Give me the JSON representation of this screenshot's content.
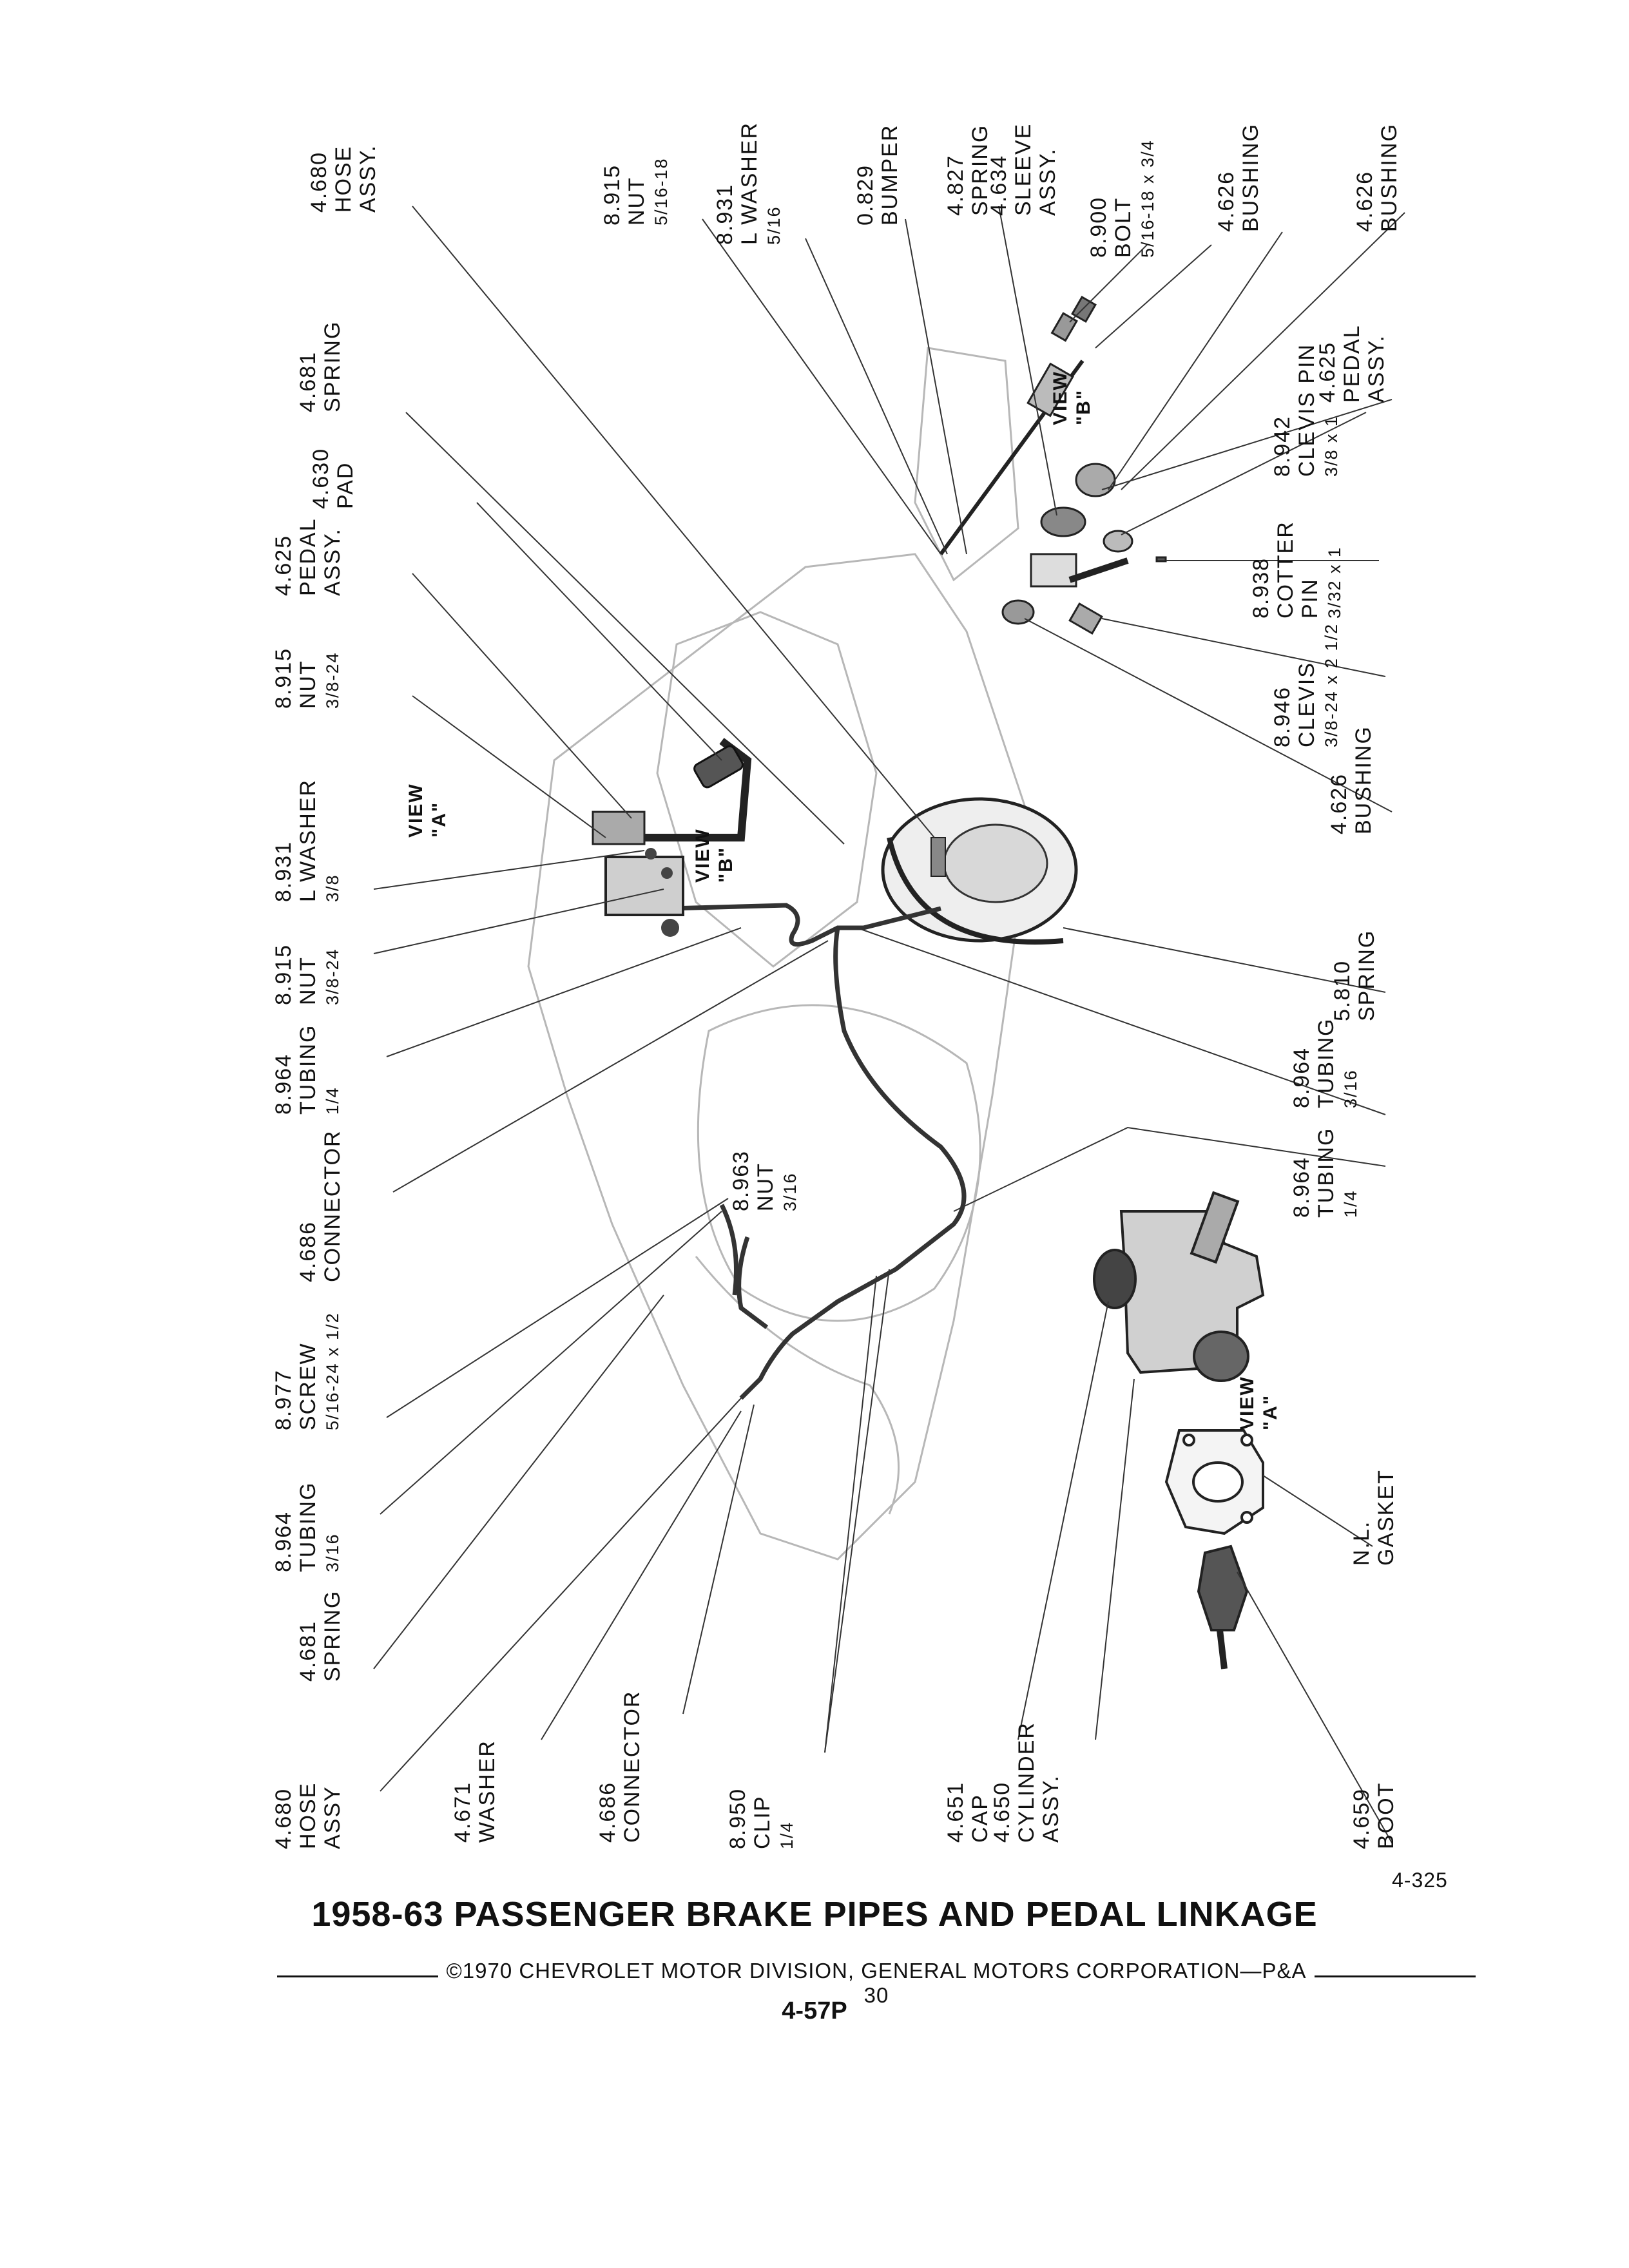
{
  "callouts": [
    {
      "number": "4.680",
      "lines": [
        "HOSE",
        "ASSY."
      ],
      "size": ""
    },
    {
      "number": "8.915",
      "lines": [
        "NUT"
      ],
      "size": "5/16-18"
    },
    {
      "number": "8.931",
      "lines": [
        "L WASHER"
      ],
      "size": "5/16"
    },
    {
      "number": "0.829",
      "lines": [
        "BUMPER"
      ],
      "size": ""
    },
    {
      "number": "4.827",
      "lines": [
        "SPRING"
      ],
      "size": ""
    },
    {
      "number": "4.634",
      "lines": [
        "SLEEVE",
        "ASSY."
      ],
      "size": ""
    },
    {
      "number": "8.900",
      "lines": [
        "BOLT"
      ],
      "size": "5/16-18 x 3/4"
    },
    {
      "number": "4.626",
      "lines": [
        "BUSHING"
      ],
      "size": ""
    },
    {
      "number": "4.626",
      "lines": [
        "BUSHING"
      ],
      "size": ""
    },
    {
      "number": "4.681",
      "lines": [
        "SPRING"
      ],
      "size": ""
    },
    {
      "number": "4.630",
      "lines": [
        "PAD"
      ],
      "size": ""
    },
    {
      "number": "4.625",
      "lines": [
        "PEDAL",
        "ASSY."
      ],
      "size": ""
    },
    {
      "number": "8.915",
      "lines": [
        "NUT"
      ],
      "size": "3/8-24"
    },
    {
      "number": "8.931",
      "lines": [
        "L WASHER"
      ],
      "size": "3/8"
    },
    {
      "number": "8.915",
      "lines": [
        "NUT"
      ],
      "size": "3/8-24"
    },
    {
      "number": "8.964",
      "lines": [
        "TUBING"
      ],
      "size": "1/4"
    },
    {
      "number": "4.686",
      "lines": [
        "CONNECTOR"
      ],
      "size": ""
    },
    {
      "number": "8.977",
      "lines": [
        "SCREW"
      ],
      "size": "5/16-24 x 1/2"
    },
    {
      "number": "8.964",
      "lines": [
        "TUBING"
      ],
      "size": "3/16"
    },
    {
      "number": "4.681",
      "lines": [
        "SPRING"
      ],
      "size": ""
    },
    {
      "number": "4.680",
      "lines": [
        "HOSE",
        "ASSY"
      ],
      "size": ""
    },
    {
      "number": "4.671",
      "lines": [
        "WASHER"
      ],
      "size": ""
    },
    {
      "number": "4.686",
      "lines": [
        "CONNECTOR"
      ],
      "size": ""
    },
    {
      "number": "8.963",
      "lines": [
        "NUT"
      ],
      "size": "3/16"
    },
    {
      "number": "8.950",
      "lines": [
        "CLIP"
      ],
      "size": "1/4"
    },
    {
      "number": "4.651",
      "lines": [
        "CAP"
      ],
      "size": ""
    },
    {
      "number": "4.650",
      "lines": [
        "CYLINDER",
        "ASSY."
      ],
      "size": ""
    },
    {
      "number": "4.625",
      "lines": [
        "PEDAL",
        "ASSY."
      ],
      "size": ""
    },
    {
      "number": "8.942",
      "lines": [
        "CLEVIS PIN"
      ],
      "size": "3/8 x 1"
    },
    {
      "number": "8.938",
      "lines": [
        "COTTER",
        "PIN"
      ],
      "size": "3/32 x 1"
    },
    {
      "number": "8.946",
      "lines": [
        "CLEVIS"
      ],
      "size": "3/8-24 x 2 1/2"
    },
    {
      "number": "4.626",
      "lines": [
        "BUSHING"
      ],
      "size": ""
    },
    {
      "number": "5.810",
      "lines": [
        "SPRING"
      ],
      "size": ""
    },
    {
      "number": "8.964",
      "lines": [
        "TUBING"
      ],
      "size": "3/16"
    },
    {
      "number": "8.964",
      "lines": [
        "TUBING"
      ],
      "size": "1/4"
    },
    {
      "number": "N.L.",
      "lines": [
        "GASKET"
      ],
      "size": ""
    },
    {
      "number": "4.659",
      "lines": [
        "BOOT"
      ],
      "size": ""
    }
  ],
  "view_labels": [
    {
      "text": [
        "VIEW",
        "\"A\""
      ]
    },
    {
      "text": [
        "VIEW",
        "\"B\""
      ]
    },
    {
      "text": [
        "VIEW",
        "\"B\""
      ]
    },
    {
      "text": [
        "VIEW",
        "\"A\""
      ]
    }
  ],
  "page_number_ref": "4-325",
  "title": "1958-63 PASSENGER BRAKE PIPES AND PEDAL LINKAGE",
  "credit_line": "©1970 CHEVROLET MOTOR DIVISION, GENERAL MOTORS CORPORATION—P&A 30",
  "sheet_number": "4-57P"
}
